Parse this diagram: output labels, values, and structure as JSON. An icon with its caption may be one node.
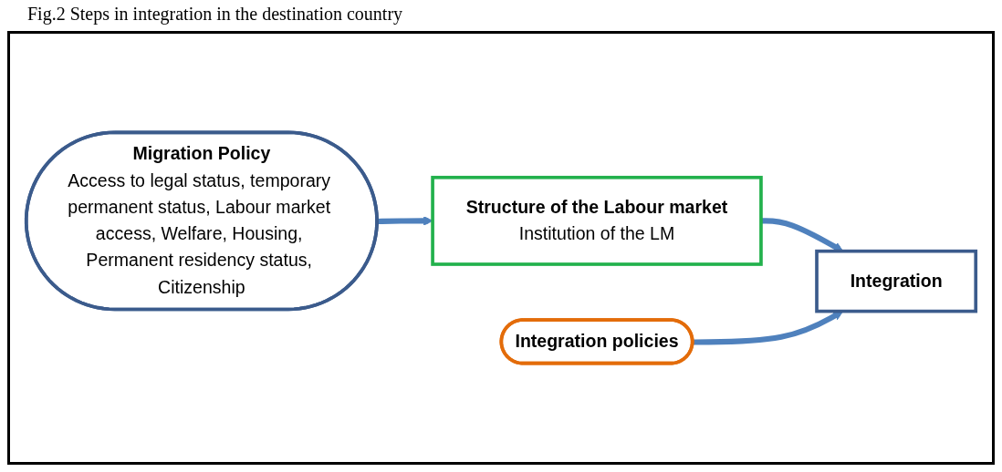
{
  "diagram": {
    "title": "Fig.2 Steps in integration in the destination country",
    "nodes": [
      {
        "text": [
          "Migration Policy",
          "Access to legal status, temporary permanent status, Labour market access, Welfare, Housing, Permanent residency status, Citizenship"
        ]
      },
      {
        "text": [
          "Structure of the Labour market",
          "Institution of the LM"
        ]
      },
      {
        "text": [
          "Integration"
        ]
      },
      {
        "text": [
          "Integration policies"
        ]
      }
    ],
    "edges": [
      {
        "from": 0,
        "to": 1,
        "arrow": "to"
      },
      {
        "from": 1,
        "to": 2,
        "arrow": "to"
      },
      {
        "from": 3,
        "to": 2,
        "arrow": "to"
      }
    ]
  }
}
